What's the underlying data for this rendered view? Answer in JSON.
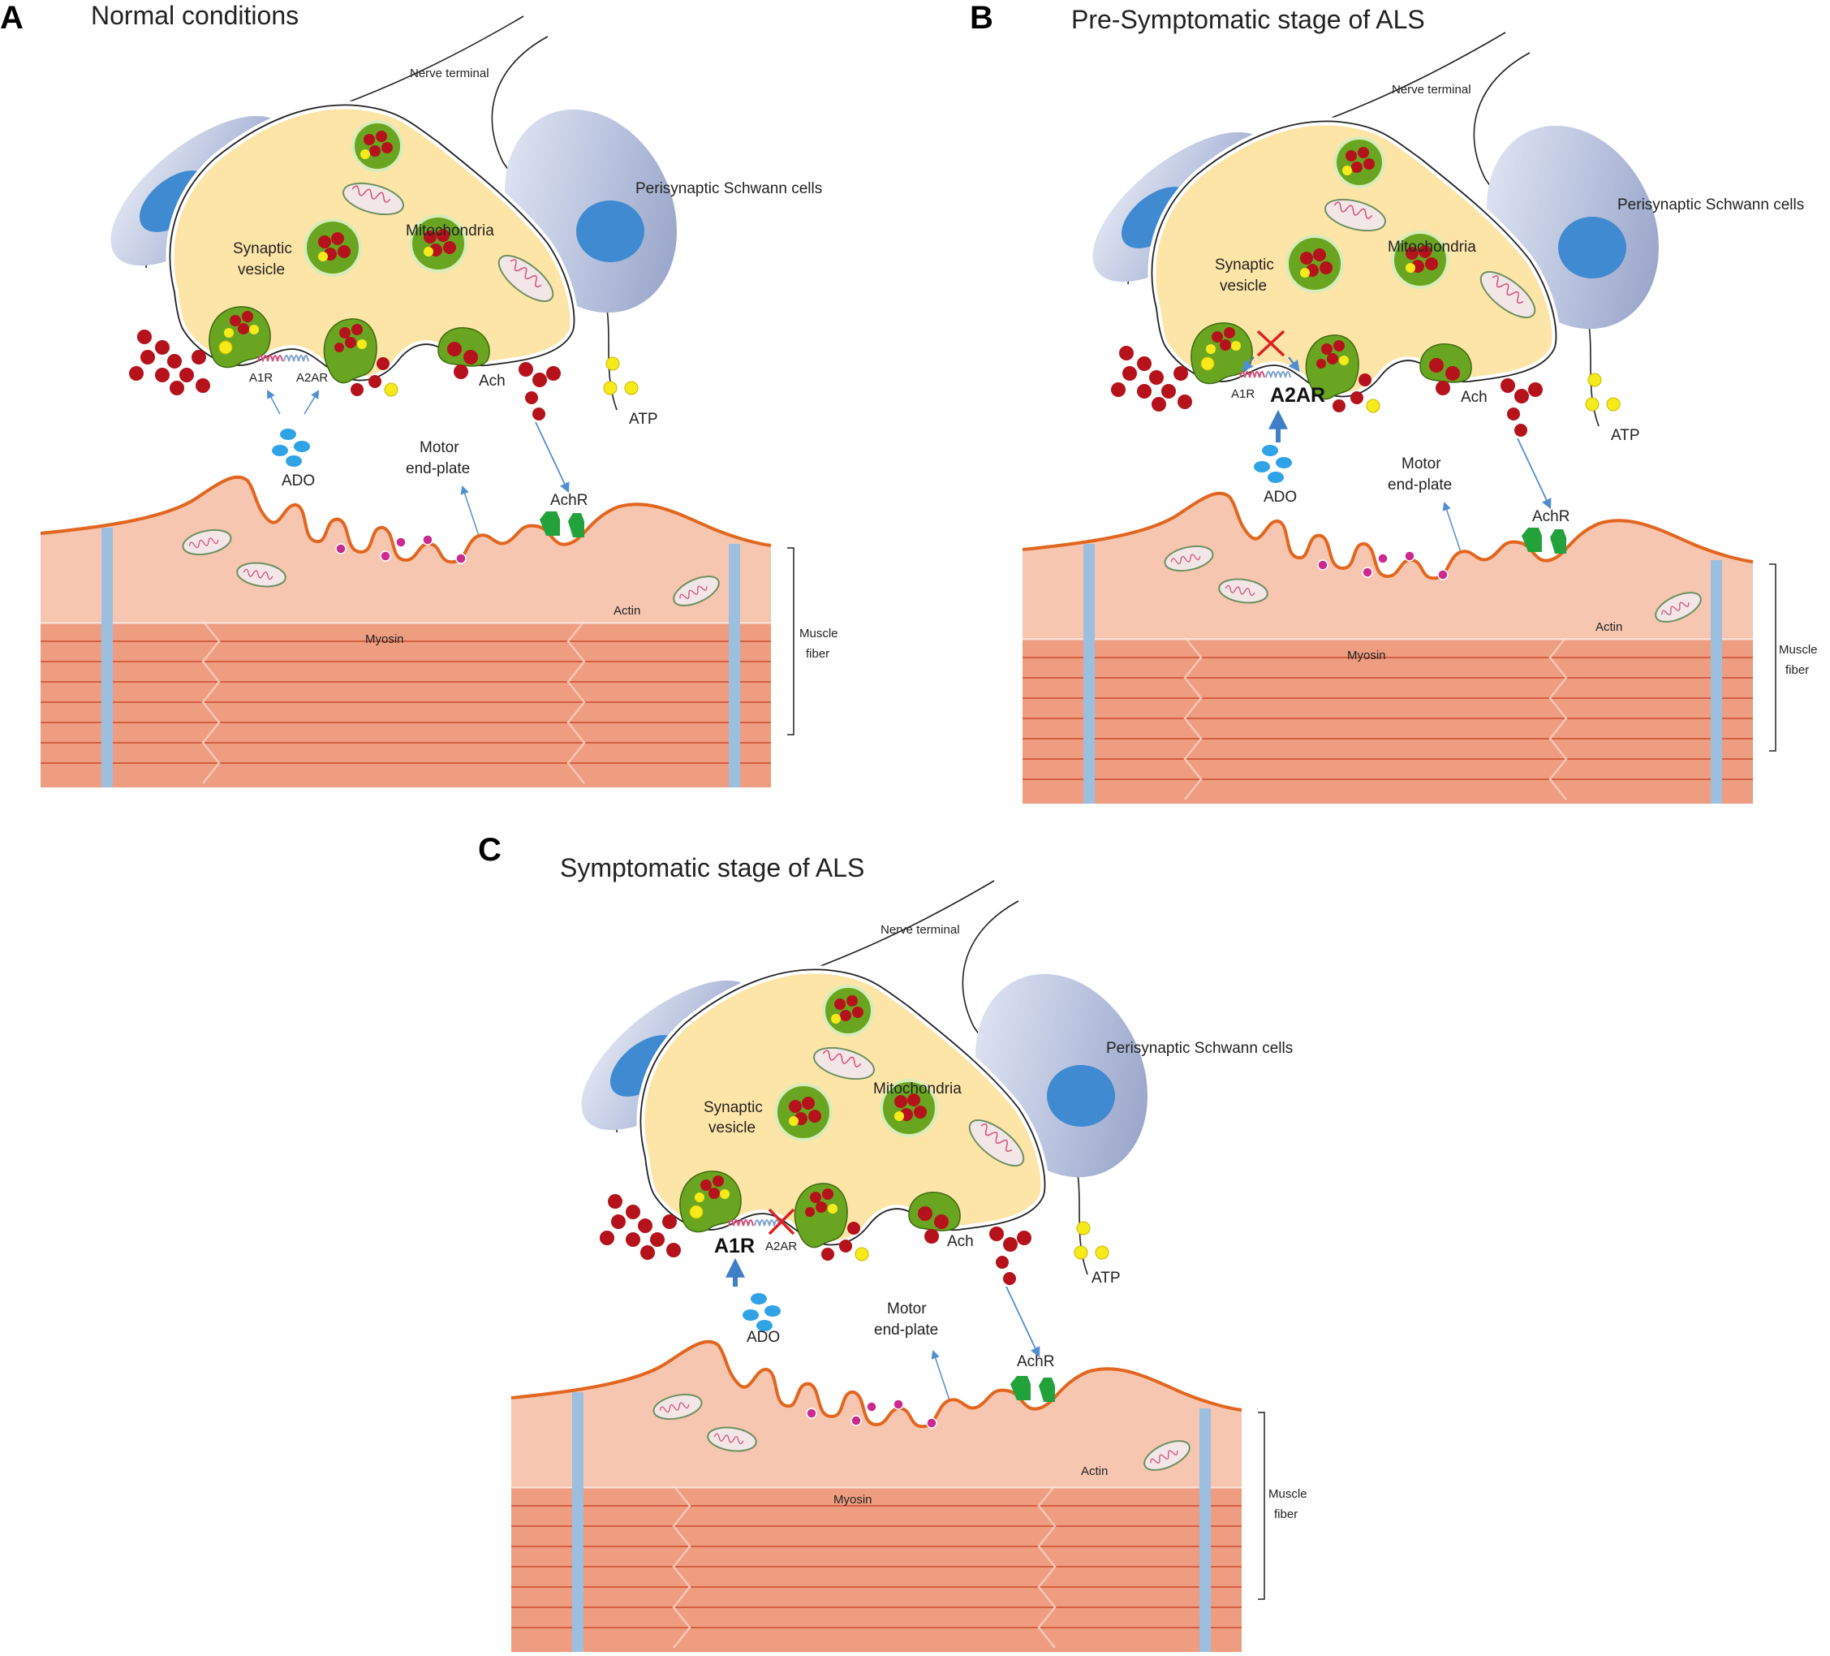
{
  "panels": [
    {
      "id": "A",
      "letter": "A",
      "title": "Normal conditions",
      "labels": {
        "nerve_terminal": "Nerve terminal",
        "schwann": "Perisynaptic Schwann cells",
        "synaptic_vesicle_1": "Synaptic",
        "synaptic_vesicle_2": "vesicle",
        "mitochondria": "Mitochondria",
        "a1r": "A1R",
        "a2ar": "A2AR",
        "ach": "Ach",
        "atp": "ATP",
        "ado": "ADO",
        "motor_1": "Motor",
        "motor_2": "end-plate",
        "achr": "AchR",
        "actin": "Actin",
        "myosin": "Myosin",
        "muscle_1": "Muscle",
        "muscle_2": "fiber"
      },
      "emphasis": "none"
    },
    {
      "id": "B",
      "letter": "B",
      "title": "Pre-Symptomatic stage of ALS",
      "labels": {
        "nerve_terminal": "Nerve terminal",
        "schwann": "Perisynaptic Schwann cells",
        "synaptic_vesicle_1": "Synaptic",
        "synaptic_vesicle_2": "vesicle",
        "mitochondria": "Mitochondria",
        "a1r": "A1R",
        "a2ar": "A2AR",
        "ach": "Ach",
        "atp": "ATP",
        "ado": "ADO",
        "motor_1": "Motor",
        "motor_2": "end-plate",
        "achr": "AchR",
        "actin": "Actin",
        "myosin": "Myosin",
        "muscle_1": "Muscle",
        "muscle_2": "fiber"
      },
      "emphasis": "A2AR"
    },
    {
      "id": "C",
      "letter": "C",
      "title": "Symptomatic stage of ALS",
      "labels": {
        "nerve_terminal": "Nerve terminal",
        "schwann": "Perisynaptic Schwann cells",
        "synaptic_vesicle_1": "Synaptic",
        "synaptic_vesicle_2": "vesicle",
        "mitochondria": "Mitochondria",
        "a1r": "A1R",
        "a2ar": "A2AR",
        "ach": "Ach",
        "atp": "ATP",
        "ado": "ADO",
        "motor_1": "Motor",
        "motor_2": "end-plate",
        "achr": "AchR",
        "actin": "Actin",
        "myosin": "Myosin",
        "muscle_1": "Muscle",
        "muscle_2": "fiber"
      },
      "emphasis": "A1R"
    }
  ],
  "colors": {
    "terminal_fill": "#fde5a8",
    "vesicle_green": "#6aa521",
    "vesicle_red": "#b5121b",
    "atp_yellow": "#f7ea1a",
    "ado_blue": "#2fa3e6",
    "muscle_pink": "#f6c6b1",
    "muscle_orange": "#ee9d80",
    "membrane": "#e2661f",
    "z_line": "#9cbfe0",
    "schwann": "#b7c1dd",
    "schwann_nucleus": "#3f8ad1",
    "achr_green": "#23a23c",
    "arrow_blue": "#4f8fd1",
    "cross_red": "#e02020"
  }
}
